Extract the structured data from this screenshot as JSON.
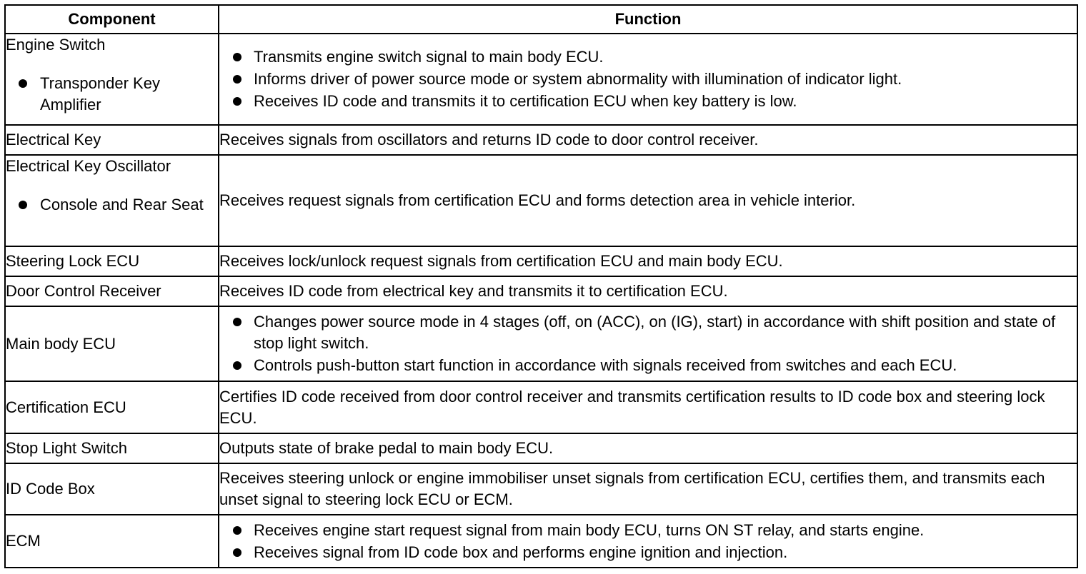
{
  "header": {
    "component": "Component",
    "function": "Function"
  },
  "rows": [
    {
      "component": "Engine Switch",
      "sub": "Transponder Key Amplifier",
      "bullets": [
        "Transmits engine switch signal to main body ECU.",
        "Informs driver of power source mode or system abnormality with illumination of indicator light.",
        "Receives ID code and transmits it to certification ECU when key battery is low."
      ]
    },
    {
      "component": "Electrical Key",
      "text": "Receives signals from oscillators and returns ID code to door control receiver."
    },
    {
      "component": "Electrical Key Oscillator",
      "sub": "Console and Rear Seat",
      "text": "Receives request signals from certification ECU and forms detection area in vehicle interior."
    },
    {
      "component": "Steering Lock ECU",
      "text": "Receives lock/unlock request signals from certification ECU and main body ECU."
    },
    {
      "component": "Door Control Receiver",
      "text": "Receives ID code from electrical key and transmits it to certification ECU."
    },
    {
      "component": "Main body ECU",
      "bullets": [
        "Changes power source mode in 4 stages (off, on (ACC), on (IG), start) in accordance with shift position and state of stop light switch.",
        "Controls push-button start function in accordance with signals received from switches and each ECU."
      ]
    },
    {
      "component": "Certification ECU",
      "text": "Certifies ID code received from door control receiver and transmits certification results to ID code box and steering lock ECU."
    },
    {
      "component": "Stop Light Switch",
      "text": "Outputs state of brake pedal to main body ECU."
    },
    {
      "component": "ID Code Box",
      "text": "Receives steering unlock or engine immobiliser unset signals from certification ECU, certifies them, and transmits each unset signal to steering lock ECU or ECM."
    },
    {
      "component": "ECM",
      "bullets": [
        "Receives engine start request signal from main body ECU, turns ON ST relay, and starts engine.",
        "Receives signal from ID code box and performs engine ignition and injection."
      ]
    }
  ]
}
